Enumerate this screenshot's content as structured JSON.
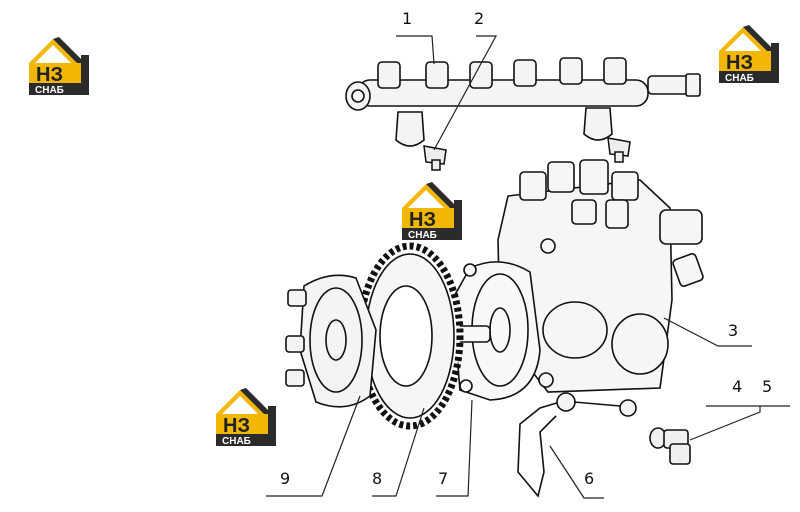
{
  "logo": {
    "letters": "НЗ",
    "caption": "СНАБ",
    "accent": "#f2b705",
    "dark": "#2b2b2b"
  },
  "callouts": [
    "1",
    "2",
    "3",
    "4",
    "5",
    "6",
    "7",
    "8",
    "9"
  ]
}
